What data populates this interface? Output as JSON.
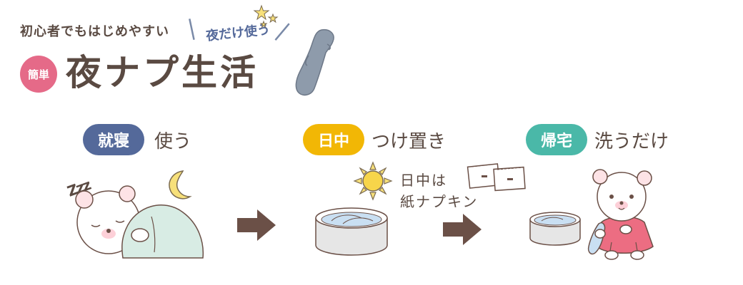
{
  "header": {
    "subtitle": "初心者でもはじめやすい",
    "night_use": "夜だけ使う",
    "badge": "簡単",
    "title": "夜ナプ生活"
  },
  "steps": [
    {
      "badge": "就寝",
      "label": "使う",
      "color": "#54699a"
    },
    {
      "badge": "日中",
      "label": "つけ置き",
      "color": "#f2b705"
    },
    {
      "badge": "帰宅",
      "label": "洗うだけ",
      "color": "#4ab8a8"
    }
  ],
  "note": {
    "line1": "日中は",
    "line2": "紙ナプキン"
  },
  "sleep_zzz": "Zzz",
  "colors": {
    "text": "#5a4a42",
    "pink": "#e56a88",
    "navy": "#54699a",
    "yellow": "#f2b705",
    "teal": "#4ab8a8",
    "arrow": "#6b5047"
  },
  "icons": [
    "stars-icon",
    "cloth-pad-icon",
    "moon-icon",
    "sleeping-bear-icon",
    "sun-icon",
    "soaking-tub-icon",
    "paper-napkin-icon",
    "arrow-right-icon",
    "bear-washing-icon"
  ]
}
